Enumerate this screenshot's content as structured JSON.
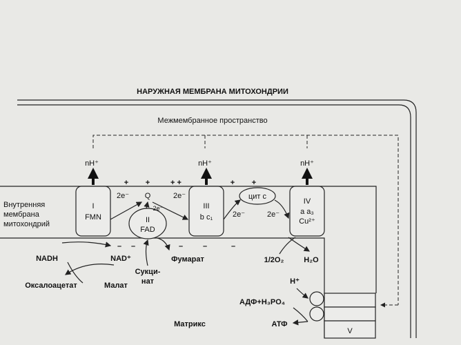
{
  "outer_membrane_label": "НАРУЖНАЯ МЕМБРАНА МИТОХОНДРИИ",
  "intermembrane_label": "Межмембранное пространство",
  "inner_membrane_label": [
    "Внутренняя",
    "мембрана",
    "митохондрий"
  ],
  "matrix_label": "Матрикс",
  "proton_label": "nH⁺",
  "complexes": {
    "I": [
      "I",
      "FMN"
    ],
    "II": [
      "II",
      "FAD"
    ],
    "III": [
      "III",
      "b c₁"
    ],
    "cyt_c": "цит c",
    "IV": [
      "IV",
      "a a₃",
      "Cu²⁺"
    ],
    "V": "V"
  },
  "ubiquinone": "Q",
  "electrons": {
    "two": "2e⁻"
  },
  "charges": {
    "plus": "+",
    "plusplus": "+ +",
    "minus": "–"
  },
  "substrates": {
    "nadh": "NADH",
    "nad": "NAD⁺",
    "oxaloacetate": "Оксалоацетат",
    "malate": "Малат",
    "succinate": [
      "Сукци-",
      "нат"
    ],
    "fumarate": "Фумарат",
    "oxygen": "1/2O₂",
    "water": "H₂O",
    "h_plus": "H⁺",
    "adp": "АДФ+H₃PO₄",
    "atp": "АТФ"
  }
}
